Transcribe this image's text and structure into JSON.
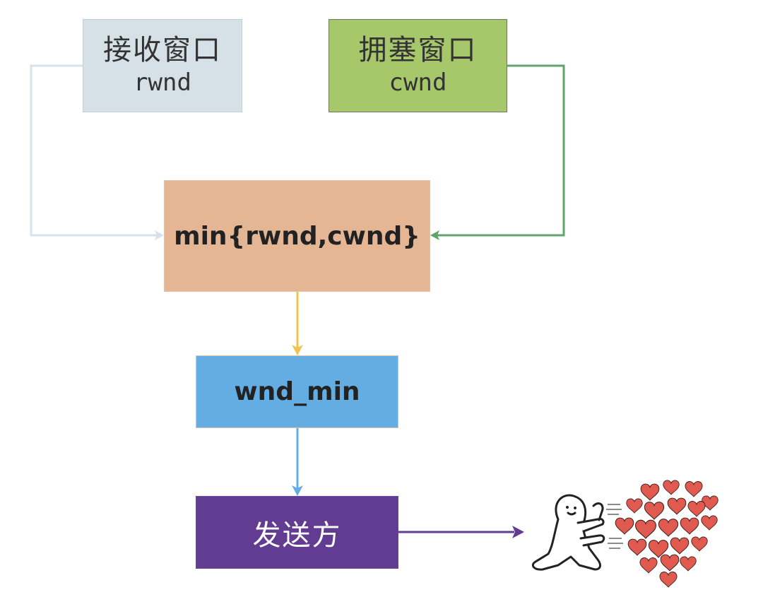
{
  "receive_window": {
    "title": "接收窗口",
    "subtitle": "rwnd",
    "fill_color": "#d6e0e7",
    "arrow_color": "#d6e3ec"
  },
  "congestion_window": {
    "title": "拥塞窗口",
    "subtitle": "cwnd",
    "fill_color": "#a6c86a",
    "arrow_color": "#5fa56b"
  },
  "min_node": {
    "label": "min{rwnd,cwnd}",
    "fill_color": "#e4b694",
    "arrow_color": "#f2c24e"
  },
  "wnd_min_node": {
    "label": "wnd_min",
    "fill_color": "#64ade3",
    "arrow_color": "#64ade3"
  },
  "sender_node": {
    "label": "发送方",
    "fill_color": "#623b92",
    "arrow_color": "#623b92"
  },
  "illustration": {
    "icon": "character-sending-hearts-icon",
    "heart_color": "#e05a4f"
  }
}
